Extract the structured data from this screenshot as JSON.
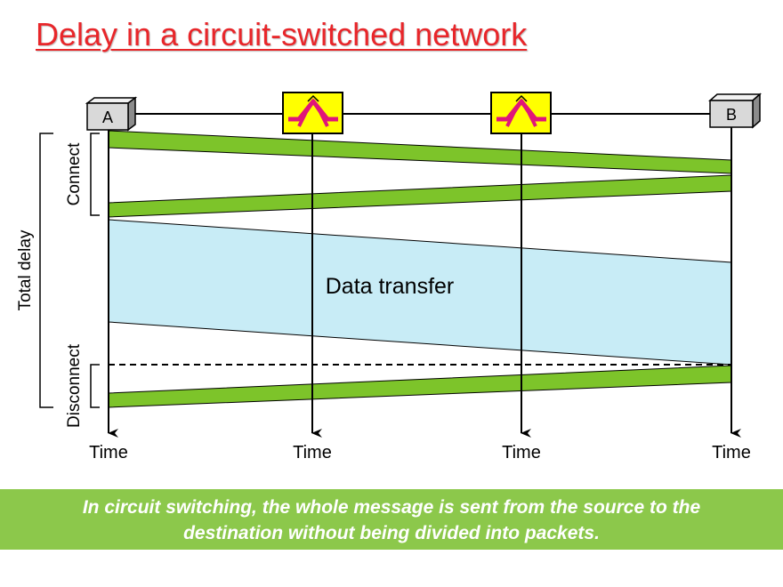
{
  "title": "Delay in a circuit-switched network",
  "nodes": {
    "a": "A",
    "b": "B"
  },
  "time_labels": [
    "Time",
    "Time",
    "Time",
    "Time"
  ],
  "side_labels": {
    "connect": "Connect",
    "disconnect": "Disconnect",
    "total_delay": "Total delay"
  },
  "data_transfer": "Data transfer",
  "caption": {
    "line1": "In circuit switching, the whole message is sent from the source to the",
    "line2": "destination without being  divided into packets."
  },
  "colors": {
    "title": "#e8262a",
    "band_green": "#7dc42a",
    "data_region": "#c8ecf6",
    "switch_fill": "#ffff00",
    "switch_symbol": "#e0157a",
    "caption_bg": "#8cc84b",
    "node_fill": "#d9d9d9"
  },
  "icons": {
    "switch": "switch-icon",
    "node": "node-box-icon"
  }
}
